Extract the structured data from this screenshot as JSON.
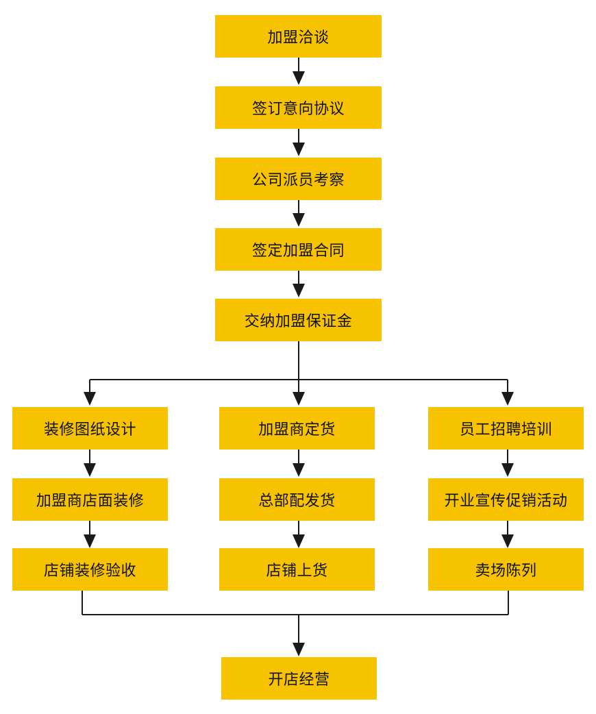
{
  "colors": {
    "box_fill": "#F7C300",
    "line": "#1a1a1a",
    "text": "#111111"
  },
  "steps": {
    "s1": "加盟洽谈",
    "s2": "签订意向协议",
    "s3": "公司派员考察",
    "s4": "签定加盟合同",
    "s5": "交纳加盟保证金"
  },
  "branches": {
    "left": [
      "装修图纸设计",
      "加盟商店面装修",
      "店铺装修验收"
    ],
    "middle": [
      "加盟商定货",
      "总部配发货",
      "店铺上货"
    ],
    "right": [
      "员工招聘培训",
      "开业宣传促销活动",
      "卖场陈列"
    ]
  },
  "final": "开店经营"
}
